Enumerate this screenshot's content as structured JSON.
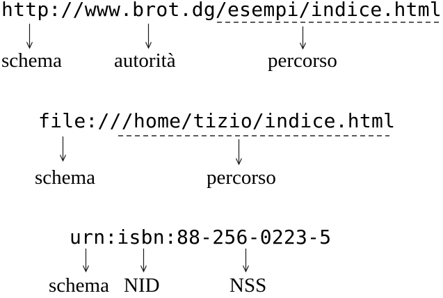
{
  "figure": {
    "title_semantic": "uri-structure-diagram",
    "colors": {
      "background": "#ffffff",
      "text": "#000000",
      "arrow": "#1a1a1a",
      "dash": "#444444"
    },
    "rows": [
      {
        "uri": "http://www.brot.dg/esempi/indice.html",
        "labels": [
          "schema",
          "autorità",
          "percorso"
        ]
      },
      {
        "uri": "file:///home/tizio/indice.html",
        "labels": [
          "schema",
          "percorso"
        ]
      },
      {
        "uri": "urn:isbn:88-256-0223-5",
        "labels": [
          "schema",
          "NID",
          "NSS"
        ]
      }
    ]
  }
}
